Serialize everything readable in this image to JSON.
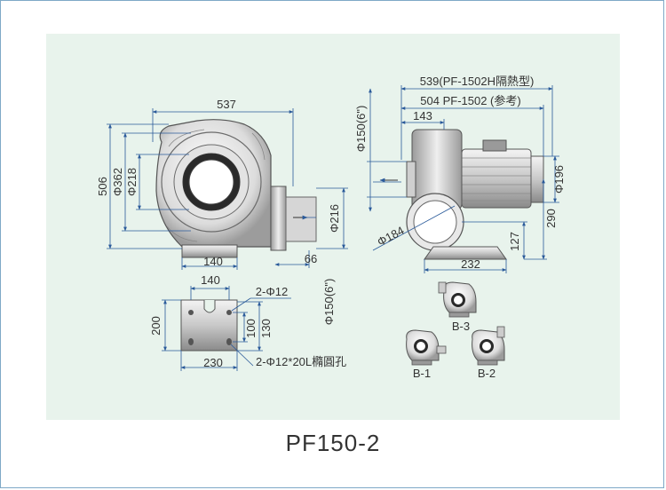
{
  "model": "PF150-2",
  "front_view": {
    "width": "537",
    "height": "506",
    "d_outer": "Φ362",
    "d_inner": "Φ218",
    "outlet_d": "Φ216",
    "outlet_offset": "66",
    "base_width": "140",
    "outlet_size": "Φ150(6\")"
  },
  "side_view": {
    "length_h": "539(PF-1502H隔熱型)",
    "length": "504 PF-1502 (参考)",
    "inlet_offset": "143",
    "inlet_size": "Φ150(6\")",
    "motor_d": "Φ196",
    "height": "290",
    "center_height": "127",
    "inlet_flange": "Φ184",
    "base_width": "232"
  },
  "base_plate": {
    "hole_spacing": "140",
    "holes": "2-Φ12",
    "height": "200",
    "dim_100": "100",
    "dim_130": "130",
    "width": "230",
    "slots": "2-Φ12*20L橢圓孔"
  },
  "orientations": {
    "b1": "B-1",
    "b2": "B-2",
    "b3": "B-3"
  }
}
